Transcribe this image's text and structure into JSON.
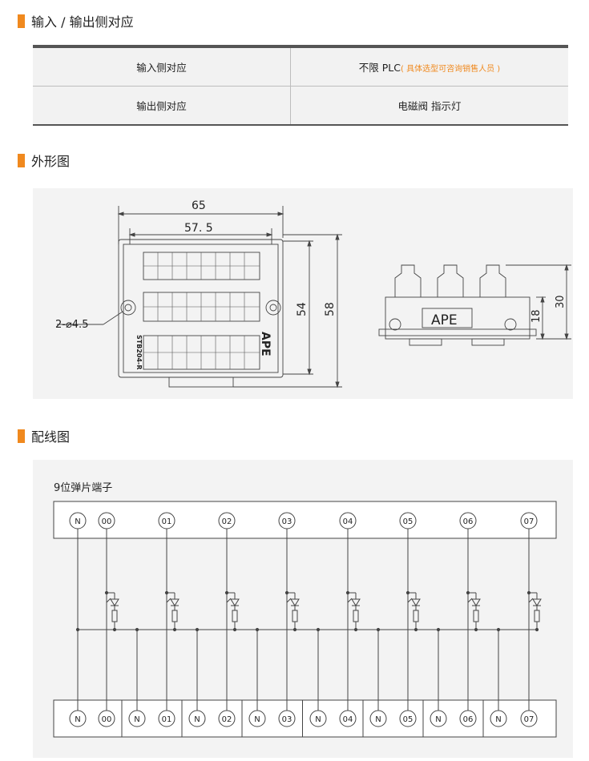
{
  "sections": {
    "io": "输入 / 输出侧对应",
    "outline": "外形图",
    "wiring": "配线图"
  },
  "spec_table": {
    "rows": [
      {
        "label": "输入侧对应",
        "value": "不限 PLC",
        "note": "( 具体选型可咨询销售人员 )"
      },
      {
        "label": "输出侧对应",
        "value": "电磁阀 指示灯",
        "note": ""
      }
    ]
  },
  "outline": {
    "dim_65": "65",
    "dim_57_5": "57. 5",
    "dim_54": "54",
    "dim_58": "58",
    "dim_hole": "2-⌀4.5",
    "model": "STB204-R",
    "brand": "APE",
    "dim_30": "30",
    "dim_18": "18"
  },
  "wiring": {
    "title": "9位弹片端子",
    "top_terminals": [
      "N",
      "00",
      "01",
      "02",
      "03",
      "04",
      "05",
      "06",
      "07"
    ],
    "bottom_terminals": [
      "N",
      "00",
      "N",
      "01",
      "N",
      "02",
      "N",
      "03",
      "N",
      "04",
      "N",
      "05",
      "N",
      "06",
      "N",
      "07"
    ]
  },
  "colors": {
    "accent": "#f0891e",
    "panel": "#f3f3f3"
  }
}
